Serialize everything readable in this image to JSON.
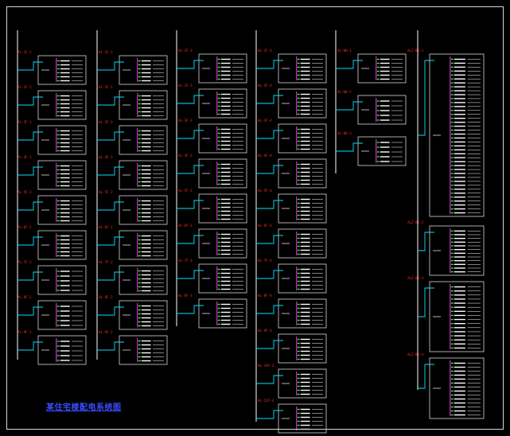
{
  "drawing": {
    "title": "某住宅楼配电系统图",
    "background": "#000000",
    "colors": {
      "frame": "#d8d8d8",
      "feeder": "#00e5ff",
      "panel_label": "#ff2a2a",
      "breaker": "#ff3bff",
      "sub_breaker": "#39ff39",
      "text": "#ffffff",
      "title": "#3a4dff"
    },
    "columns": [
      {
        "panels": [
          {
            "label": "AL-1F-1",
            "outlets": 6
          },
          {
            "label": "AL-2F-1",
            "outlets": 6
          },
          {
            "label": "AL-3F-1",
            "outlets": 6
          },
          {
            "label": "AL-4F-1",
            "outlets": 6
          },
          {
            "label": "AL-5F-1",
            "outlets": 6
          },
          {
            "label": "AL-6F-1",
            "outlets": 6
          },
          {
            "label": "AL-7F-1",
            "outlets": 5
          },
          {
            "label": "AL-8F-1",
            "outlets": 5
          },
          {
            "label": "AL-9F-1",
            "outlets": 5
          }
        ]
      },
      {
        "panels": [
          {
            "label": "AL-1F-2",
            "outlets": 6
          },
          {
            "label": "AL-2F-2",
            "outlets": 6
          },
          {
            "label": "AL-3F-2",
            "outlets": 6
          },
          {
            "label": "AL-4F-2",
            "outlets": 6
          },
          {
            "label": "AL-5F-2",
            "outlets": 6
          },
          {
            "label": "AL-6F-2",
            "outlets": 6
          },
          {
            "label": "AL-7F-2",
            "outlets": 6
          },
          {
            "label": "AL-8F-2",
            "outlets": 6
          },
          {
            "label": "AL-9F-2",
            "outlets": 6
          }
        ]
      },
      {
        "panels": [
          {
            "label": "AL-1F-3",
            "outlets": 6
          },
          {
            "label": "AL-2F-3",
            "outlets": 6
          },
          {
            "label": "AL-3F-3",
            "outlets": 6
          },
          {
            "label": "AL-4F-3",
            "outlets": 6
          },
          {
            "label": "AL-5F-3",
            "outlets": 6
          },
          {
            "label": "AL-6F-3",
            "outlets": 6
          },
          {
            "label": "AL-7F-3",
            "outlets": 6
          },
          {
            "label": "AL-8F-3",
            "outlets": 6
          }
        ]
      },
      {
        "panels": [
          {
            "label": "AL-1F-4",
            "outlets": 6
          },
          {
            "label": "AL-2F-4",
            "outlets": 6
          },
          {
            "label": "AL-3F-4",
            "outlets": 6
          },
          {
            "label": "AL-4F-4",
            "outlets": 6
          },
          {
            "label": "AL-5F-4",
            "outlets": 6
          },
          {
            "label": "AL-6F-4",
            "outlets": 6
          },
          {
            "label": "AL-7F-4",
            "outlets": 6
          },
          {
            "label": "AL-8F-4",
            "outlets": 6
          },
          {
            "label": "AL-9F-4",
            "outlets": 6
          },
          {
            "label": "AL-10F-4",
            "outlets": 6
          },
          {
            "label": "AL-11F-4",
            "outlets": 6
          }
        ]
      },
      {
        "panels": [
          {
            "label": "AL-WD-1",
            "outlets": 6
          },
          {
            "label": "AL-WD-2",
            "outlets": 5
          },
          {
            "label": "AL-WD-3",
            "outlets": 5
          }
        ]
      },
      {
        "panels": [
          {
            "label": "ALZ-B1-1",
            "outlets": 40
          },
          {
            "label": "ALZ-B1-2",
            "outlets": 12
          },
          {
            "label": "ALZ-B1-3",
            "outlets": 16
          },
          {
            "label": "ALZ-B1-4",
            "outlets": 14
          }
        ]
      }
    ]
  }
}
